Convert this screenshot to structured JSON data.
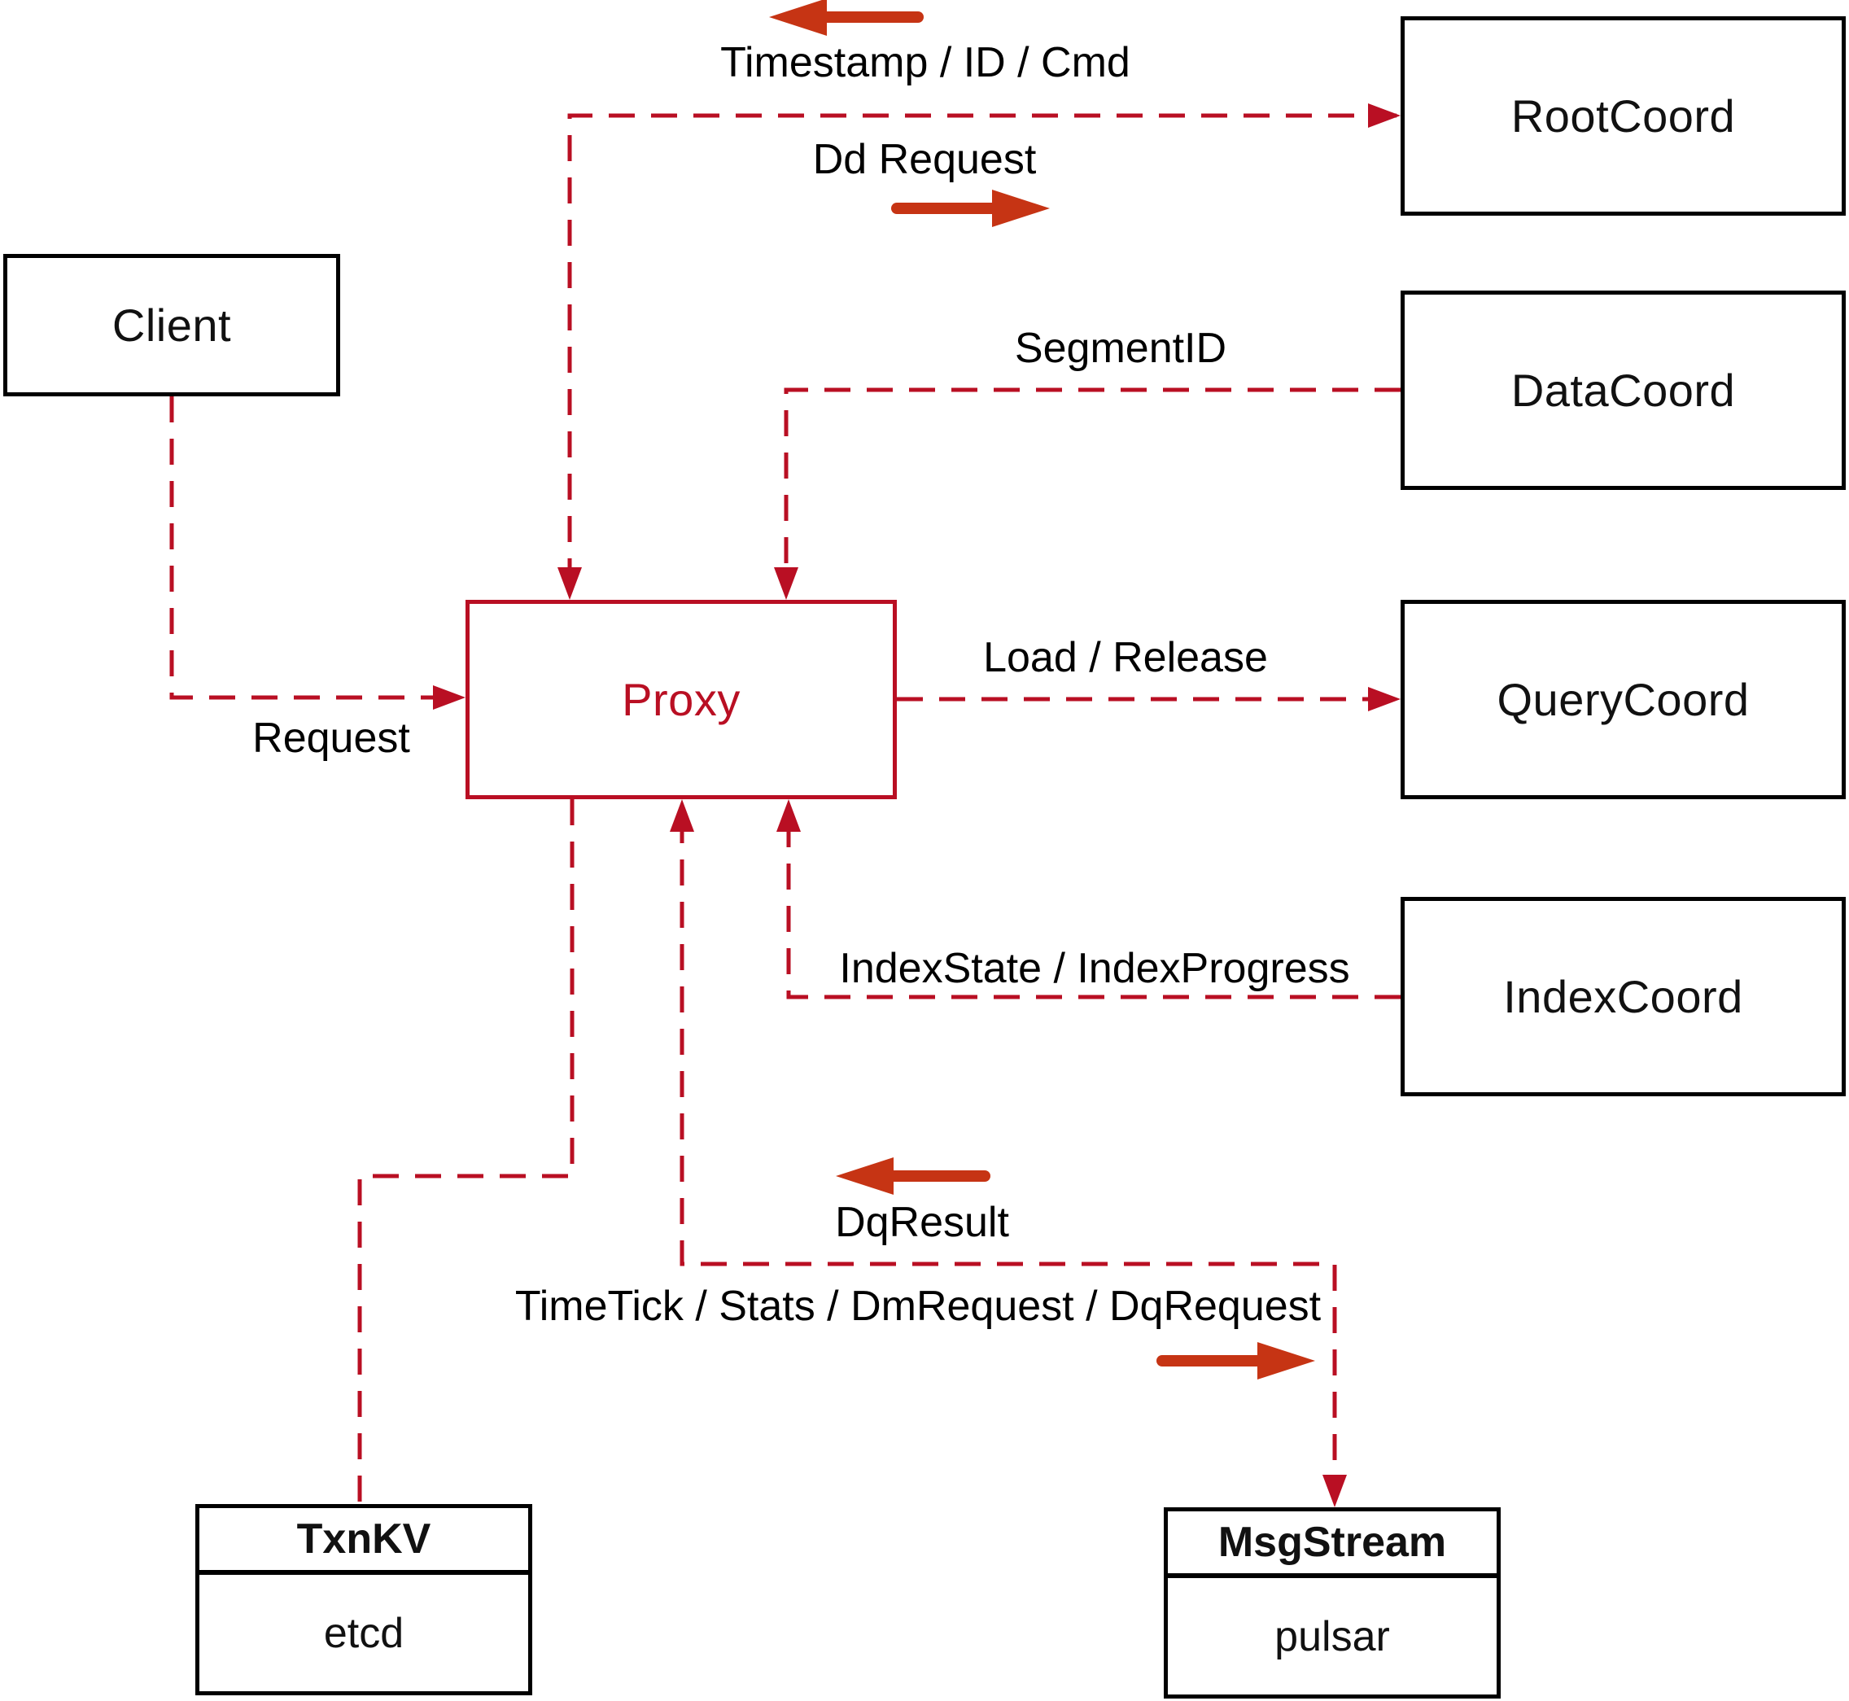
{
  "diagram": {
    "nodes": {
      "client": {
        "label": "Client"
      },
      "proxy": {
        "label": "Proxy"
      },
      "root_coord": {
        "label": "RootCoord"
      },
      "data_coord": {
        "label": "DataCoord"
      },
      "query_coord": {
        "label": "QueryCoord"
      },
      "index_coord": {
        "label": "IndexCoord"
      },
      "txn_kv": {
        "title": "TxnKV",
        "impl": "etcd"
      },
      "msg_stream": {
        "title": "MsgStream",
        "impl": "pulsar"
      }
    },
    "edge_labels": {
      "request": "Request",
      "timestamp_id_cmd": "Timestamp / ID / Cmd",
      "dd_request": "Dd Request",
      "segment_id": "SegmentID",
      "load_release": "Load / Release",
      "index_state_progress": "IndexState / IndexProgress",
      "dq_result": "DqResult",
      "timetick_stats": "TimeTick / Stats / DmRequest / DqRequest"
    },
    "colors": {
      "dashed_line": "#b90f23",
      "solid_arrow": "#c63414",
      "node_border": "#000000",
      "node_text": "#111111",
      "proxy_accent": "#b90f23",
      "background": "#ffffff"
    }
  }
}
